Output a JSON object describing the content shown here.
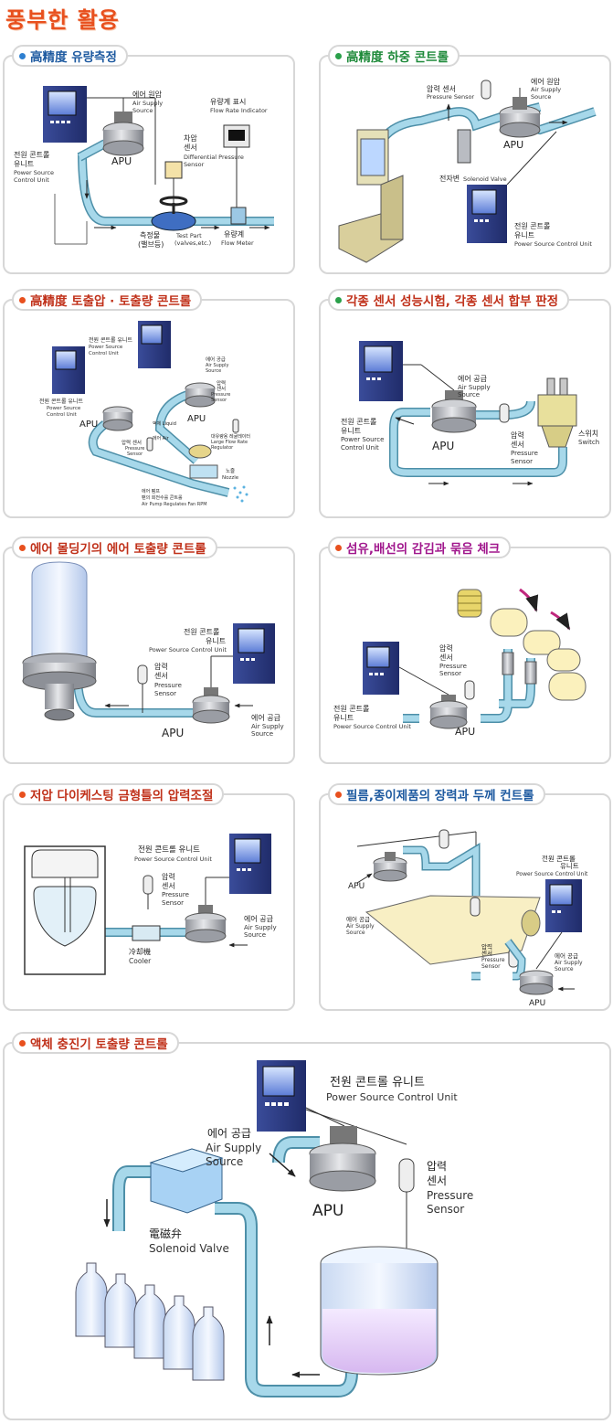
{
  "page": {
    "title": "풍부한 활용"
  },
  "colors": {
    "pipe": "#a7d8ea",
    "pipe_edge": "#4d8fa8",
    "unit": "#2f3f88",
    "apu": "#b9bcc2",
    "title_orange": "#e8501e",
    "title_blue": "#1e5aa0",
    "title_green": "#1e8a3a",
    "title_red": "#c0311a",
    "title_magenta": "#a0168c"
  },
  "panels": [
    {
      "title": "高精度 유량측정",
      "title_color": "#1e5aa0",
      "dot_color": "#2e7fd0",
      "labels": {
        "air_kr": "에어 원압",
        "air_en1": "Air Supply",
        "air_en2": "Source",
        "diff_kr1": "차압",
        "diff_kr2": "센서",
        "diff_en1": "Differential Pressure",
        "diff_en2": "Sensor",
        "flow_ind_kr": "유량계 표시",
        "flow_ind_en": "Flow Rate Indicator",
        "power_kr1": "전원 콘트롤",
        "power_kr2": "유니트",
        "power_en1": "Power Source",
        "power_en2": "Control Unit",
        "apu": "APU",
        "part_kr1": "측정물",
        "part_kr2": "(밸브등)",
        "part_en1": "Test Part",
        "part_en2": "(valves,etc.)",
        "meter_kr": "유량계",
        "meter_en": "Flow Meter"
      }
    },
    {
      "title": "高精度 하중 콘트롤",
      "title_color": "#1e8a3a",
      "dot_color": "#2aa04a",
      "labels": {
        "ps_kr": "압력 센서",
        "ps_en": "Pressure Sensor",
        "air_kr": "에어 원압",
        "air_en1": "Air Supply",
        "air_en2": "Source",
        "apu": "APU",
        "sv_kr": "전자변",
        "sv_en": "Solenoid Valve",
        "power_kr1": "전원 콘트롤",
        "power_kr2": "유니트",
        "power_en": "Power Source Control Unit"
      }
    },
    {
      "title": "高精度 토출압 · 토출량 콘트롤",
      "title_color": "#c0311a",
      "dot_color": "#e8501e",
      "labels": {
        "power1_kr": "전원 콘트롤 유니트",
        "power1_en1": "Power Source",
        "power1_en2": "Control Unit",
        "power2_kr": "전원 콘트롤 유니트",
        "power2_en1": "Power Source",
        "power2_en2": "Control Unit",
        "apu": "APU",
        "apu2": "APU",
        "air_kr": "에어 공급",
        "air_en1": "Air Supply",
        "air_en2": "Source",
        "ps1_kr": "압력 센서",
        "ps1_en1": "Pressure",
        "ps1_en2": "Sensor",
        "ps2_kr1": "압력",
        "ps2_kr2": "센서",
        "ps2_en1": "Pressure",
        "ps2_en2": "Sensor",
        "liquid": "액체 Liquid",
        "air": "에어 Air",
        "reg_kr": "대유량용 레귤레이터",
        "reg_en1": "Large Flow Rate",
        "reg_en2": "Regulator",
        "nozzle_kr": "노즐",
        "nozzle_en": "Nozzle",
        "pump_kr1": "에어 펌프",
        "pump_kr2": "팬의 회전수를 콘트롤",
        "pump_en": "Air Pump Regulates Fan RPM"
      }
    },
    {
      "title": "각종 센서 성능시험, 각종 센서 합부 판정",
      "title_color": "#c0311a",
      "dot_color": "#2aa04a",
      "labels": {
        "air_kr": "에어 공급",
        "air_en1": "Air Supply",
        "air_en2": "Source",
        "power_kr1": "전원 콘트롤",
        "power_kr2": "유니트",
        "power_en1": "Power Source",
        "power_en2": "Control Unit",
        "apu": "APU",
        "ps_kr1": "압력",
        "ps_kr2": "센서",
        "ps_en1": "Pressure",
        "ps_en2": "Sensor",
        "sw_kr": "스위치",
        "sw_en": "Switch"
      }
    },
    {
      "title": "에어 몰딩기의 에어 토출량 콘트롤",
      "title_color": "#c0311a",
      "dot_color": "#e8501e",
      "labels": {
        "power_kr1": "전원 콘트롤",
        "power_kr2": "유니트",
        "power_en": "Power Source Control Unit",
        "ps_kr1": "압력",
        "ps_kr2": "센서",
        "ps_en1": "Pressure",
        "ps_en2": "Sensor",
        "air_kr": "에어 공급",
        "air_en1": "Air Supply",
        "air_en2": "Source",
        "apu": "APU"
      }
    },
    {
      "title": "섬유,배선의 감김과 묶음 체크",
      "title_color": "#a0168c",
      "dot_color": "#e8501e",
      "labels": {
        "ps_kr1": "압력",
        "ps_kr2": "센서",
        "ps_en1": "Pressure",
        "ps_en2": "Sensor",
        "power_kr1": "전원 콘트롤",
        "power_kr2": "유니트",
        "power_en": "Power Source Control Unit",
        "apu": "APU"
      }
    },
    {
      "title": "저압 다이케스팅 금형틀의 압력조절",
      "title_color": "#c0311a",
      "dot_color": "#e8501e",
      "labels": {
        "power_kr": "전원 콘트롤 유니트",
        "power_en": "Power Source Control Unit",
        "ps_kr1": "압력",
        "ps_kr2": "센서",
        "ps_en1": "Pressure",
        "ps_en2": "Sensor",
        "air_kr": "에어 공급",
        "air_en1": "Air Supply",
        "air_en2": "Source",
        "cooler_kr": "冷却機",
        "cooler_en": "Cooler"
      }
    },
    {
      "title": "필름,종이제품의 장력과 두께 컨트롤",
      "title_color": "#1e5aa0",
      "dot_color": "#e8501e",
      "labels": {
        "power_kr1": "전원 콘트롤",
        "power_kr2": "유니트",
        "power_en": "Power Source Control Unit",
        "apu": "APU",
        "apu2": "APU",
        "air1_kr": "에어 공급",
        "air1_en1": "Air Supply",
        "air1_en2": "Source",
        "air2_kr": "에어 공급",
        "air2_en1": "Air Supply",
        "air2_en2": "Source",
        "ps_kr1": "압력",
        "ps_kr2": "센서",
        "ps_en1": "Pressure",
        "ps_en2": "Sensor"
      }
    },
    {
      "title": "액체 충진기 토출량 콘트롤",
      "title_color": "#c0311a",
      "dot_color": "#e8501e",
      "labels": {
        "power_kr": "전원 콘트롤 유니트",
        "power_en": "Power Source Control Unit",
        "air_kr": "에어 공급",
        "air_en1": "Air Supply",
        "air_en2": "Source",
        "apu": "APU",
        "ps_kr1": "압력",
        "ps_kr2": "센서",
        "ps_en1": "Pressure",
        "ps_en2": "Sensor",
        "sv_kr": "電磁弁",
        "sv_en": "Solenoid Valve"
      }
    }
  ]
}
